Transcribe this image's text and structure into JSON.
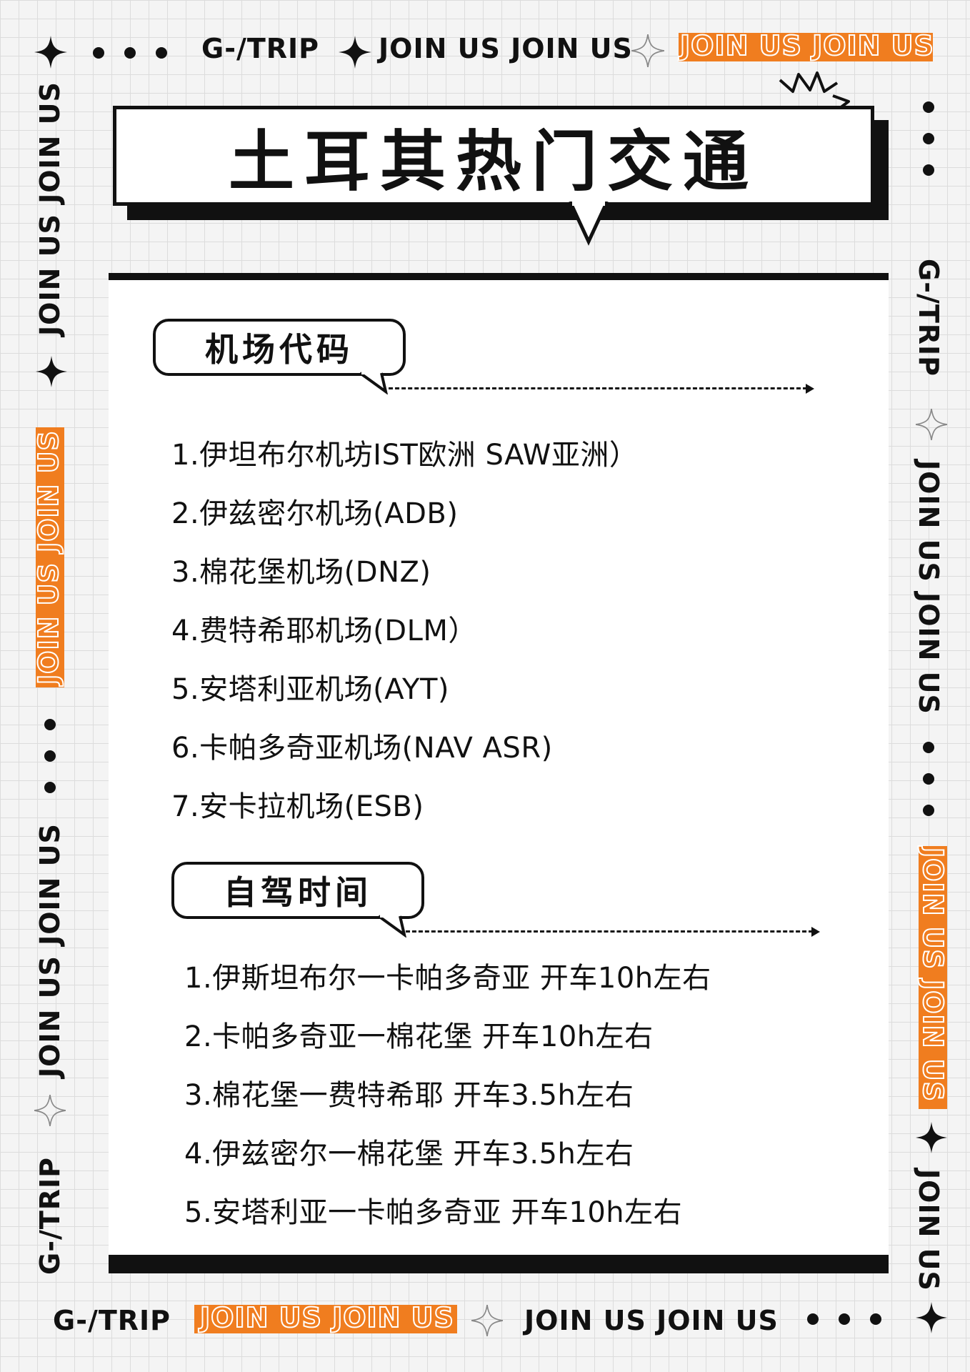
{
  "header": {
    "brand": "G-/TRIP",
    "join_text": "JOIN US JOIN US",
    "join_outline": "JOIN US  JOIN US"
  },
  "title": "土耳其热门交通",
  "sections": [
    {
      "label": "机场代码",
      "items": [
        "1.伊坦布尔机坊IST欧洲 SAW亚洲）",
        "2.伊兹密尔机场(ADB)",
        "3.棉花堡机场(DNZ)",
        "4.费特希耶机场(DLM）",
        "5.安塔利亚机场(AYT)",
        "6.卡帕多奇亚机场(NAV ASR)",
        "7.安卡拉机场(ESB)"
      ]
    },
    {
      "label": "自驾时间",
      "items": [
        "1.伊斯坦布尔一卡帕多奇亚 开车10h左右",
        "2.卡帕多奇亚一棉花堡 开车10h左右",
        "3.棉花堡一费特希耶 开车3.5h左右",
        "4.伊兹密尔一棉花堡 开车3.5h左右",
        "5.安塔利亚一卡帕多奇亚 开车10h左右"
      ]
    }
  ],
  "left_side": {
    "join_text": "JOIN US  JOIN US",
    "join_outline": "JOIN US  JOIN US",
    "join_text_2": "JOIN US  JOIN US",
    "brand": "G-/TRIP"
  },
  "right_side": {
    "brand": "G-/TRIP",
    "join_text": "JOIN US  JOIN US",
    "join_outline": "JOIN US  JOIN US",
    "join_text_2": "JOIN US"
  },
  "footer": {
    "brand": "G-/TRIP",
    "join_outline": "JOIN US  JOIN US",
    "join_text": "JOIN US  JOIN US"
  },
  "colors": {
    "accent": "#f07d1f",
    "ink": "#111111",
    "paper": "#ffffff",
    "grid": "#dcdcdc"
  },
  "icons": [
    "four-point-star-icon",
    "outline-sparkle-icon",
    "dot-icon",
    "zigzag-burst-icon"
  ]
}
